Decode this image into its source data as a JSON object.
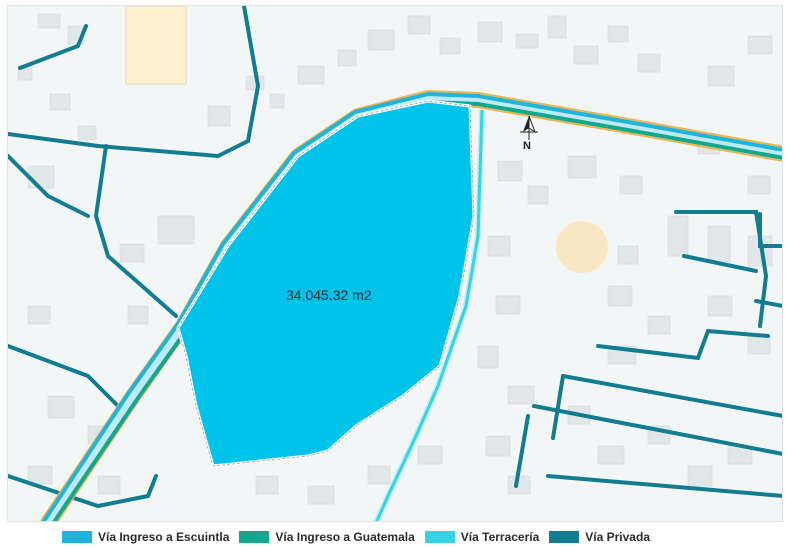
{
  "map": {
    "area_label": "34,045.32 m2",
    "north_label": "N",
    "colors": {
      "background": "#f3f6f7",
      "building": "#e1e6e8",
      "parcel": "#00c3ea",
      "road_escuintla": "#20b4da",
      "road_guatemala": "#12a88e",
      "road_terraceria": "#36d4e2",
      "road_privada": "#127d90",
      "road_edge": "#f0b44a"
    }
  },
  "legend": {
    "items": [
      {
        "label": "Vía Ingreso a Escuintla",
        "color": "#20b4da"
      },
      {
        "label": "Vía Ingreso a Guatemala",
        "color": "#12a88e"
      },
      {
        "label": "Vía Terracería",
        "color": "#36d4e2"
      },
      {
        "label": "Vía Privada",
        "color": "#127d90"
      }
    ]
  }
}
